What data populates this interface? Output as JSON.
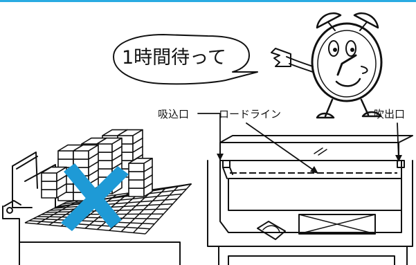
{
  "bubble": {
    "text": "1時間待って"
  },
  "labels": {
    "intake": "吸込口",
    "load_line": "ロードライン",
    "outlet": "吹出口"
  },
  "colors": {
    "accent": "#29abe2",
    "ink": "#111111",
    "cross": "#1e9ad6"
  },
  "icons": {
    "clock": "alarm-clock-character-icon",
    "cross": "x-mark-icon"
  }
}
